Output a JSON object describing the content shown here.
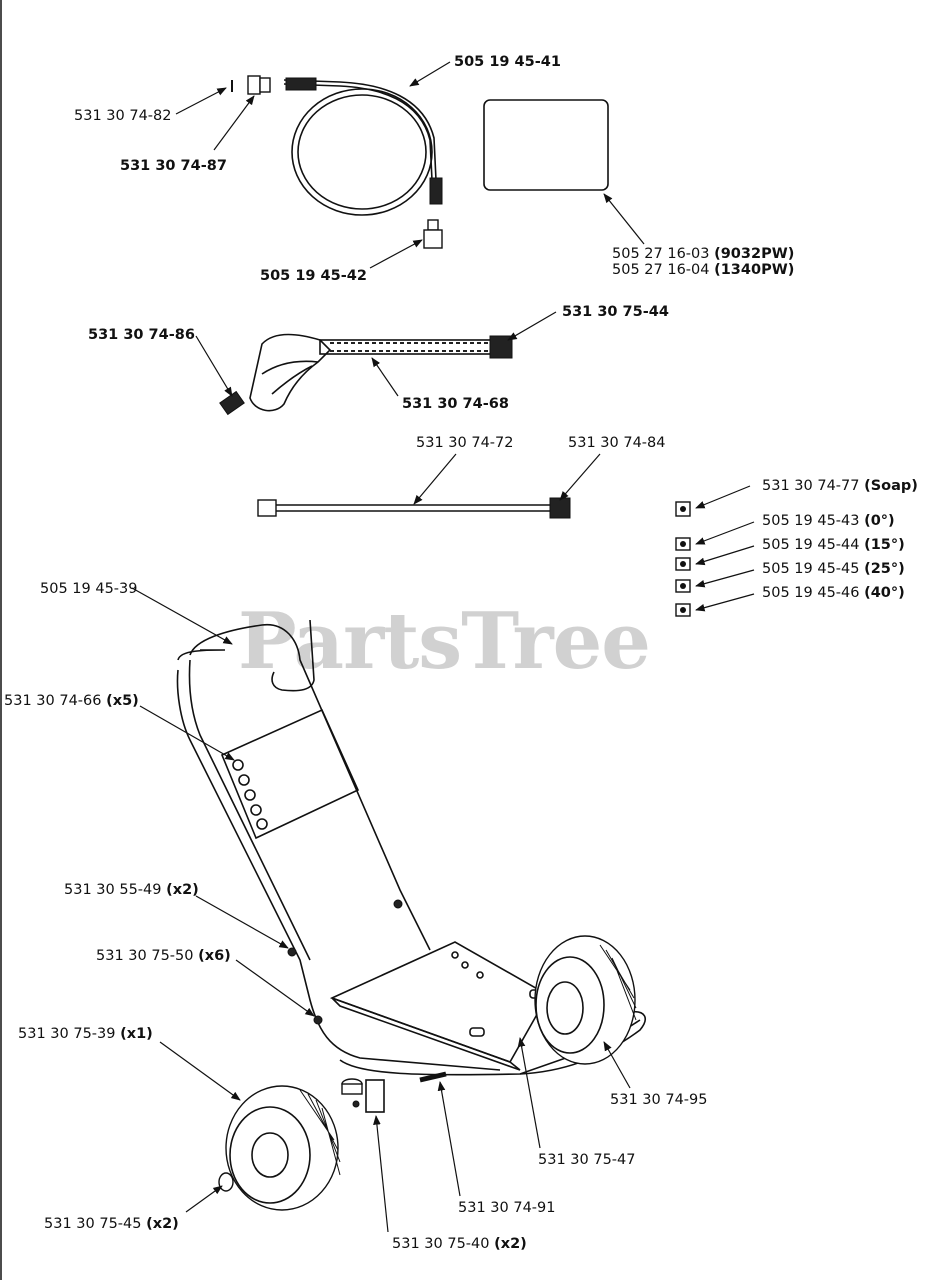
{
  "watermark": "PartsTree",
  "callouts": {
    "c1": {
      "num": "505 19 45-41",
      "extra": ""
    },
    "c2": {
      "num": "531 30 74-82",
      "extra": ""
    },
    "c3": {
      "num": "531 30 74-87",
      "extra": ""
    },
    "c4": {
      "num": "505 19 45-42",
      "extra": ""
    },
    "c5a": {
      "num": "505 27 16-03",
      "extra": "(9032PW)"
    },
    "c5b": {
      "num": "505 27 16-04",
      "extra": "(1340PW)"
    },
    "c6": {
      "num": "531 30 75-44",
      "extra": ""
    },
    "c7": {
      "num": "531 30 74-86",
      "extra": ""
    },
    "c8": {
      "num": "531 30 74-68",
      "extra": ""
    },
    "c9": {
      "num": "531 30 74-72",
      "extra": ""
    },
    "c10": {
      "num": "531 30 74-84",
      "extra": ""
    },
    "c11": {
      "num": "531 30 74-77",
      "extra": "(Soap)"
    },
    "c12": {
      "num": "505 19 45-43",
      "extra": "(0°)"
    },
    "c13": {
      "num": "505 19 45-44",
      "extra": "(15°)"
    },
    "c14": {
      "num": "505 19 45-45",
      "extra": "(25°)"
    },
    "c15": {
      "num": "505 19 45-46",
      "extra": "(40°)"
    },
    "c16": {
      "num": "505 19 45-39",
      "extra": ""
    },
    "c17": {
      "num": "531 30 74-66",
      "extra": "(x5)"
    },
    "c18": {
      "num": "531 30 55-49",
      "extra": "(x2)"
    },
    "c19": {
      "num": "531 30 75-50",
      "extra": "(x6)"
    },
    "c20": {
      "num": "531 30 75-39",
      "extra": "(x1)"
    },
    "c21": {
      "num": "531 30 74-95",
      "extra": ""
    },
    "c22": {
      "num": "531 30 75-47",
      "extra": ""
    },
    "c23": {
      "num": "531 30 74-91",
      "extra": ""
    },
    "c24": {
      "num": "531 30 75-45",
      "extra": "(x2)"
    },
    "c25": {
      "num": "531 30 75-40",
      "extra": "(x2)"
    }
  }
}
